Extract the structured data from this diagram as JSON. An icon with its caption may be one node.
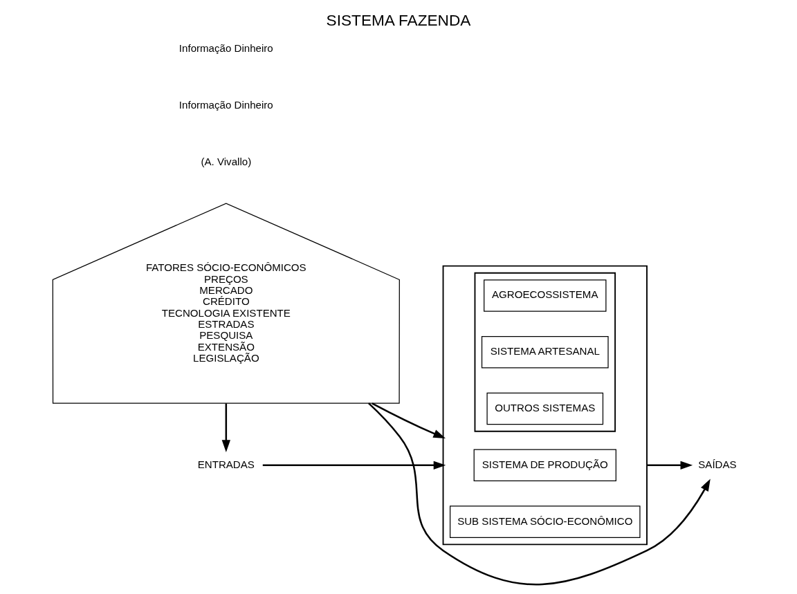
{
  "diagram": {
    "title": "SISTEMA FAZENDA",
    "nodes": [
      {
        "text": [],
        "shape": "box"
      },
      {
        "text": [
          "SISTEMA DE PRODUÇÃO"
        ],
        "in": 0
      },
      {
        "text": [
          "SUB SISTEMA SÓCIO-ECONÔMICO"
        ],
        "in": 0
      },
      {
        "text": [],
        "shape": "box",
        "in": 0
      },
      {
        "text": [
          "AGROECOSSISTEMA"
        ],
        "in": 3
      },
      {
        "text": [
          "SISTEMA ARTESANAL"
        ],
        "in": 3
      },
      {
        "text": [
          "OUTROS SISTEMAS"
        ],
        "in": 3
      },
      {
        "text": [
          "FATORES SÓCIO-ECONÔMICOS",
          "PREÇOS",
          "MERCADO",
          "CRÉDITO",
          "TECNOLOGIA EXISTENTE",
          "ESTRADAS",
          "PESQUISA",
          "EXTENSÃO",
          "LEGISLAÇÃO"
        ]
      },
      {
        "text": [
          "ENTRADAS"
        ]
      },
      {
        "text": [
          "SAÍDAS"
        ]
      }
    ],
    "edges": [
      {
        "from": 8,
        "to": 0,
        "arrow": "to"
      },
      {
        "from": 0,
        "to": 9,
        "arrow": "to"
      },
      {
        "from": 7,
        "to": 0,
        "arrow": "to"
      },
      {
        "from": 7,
        "to": 8,
        "arrow": "to"
      },
      {
        "from": 7,
        "to": 9,
        "arrow": "to"
      }
    ],
    "labels": [
      "(A. Vivallo)",
      "Informação Dinheiro",
      "Informação Dinheiro"
    ]
  }
}
